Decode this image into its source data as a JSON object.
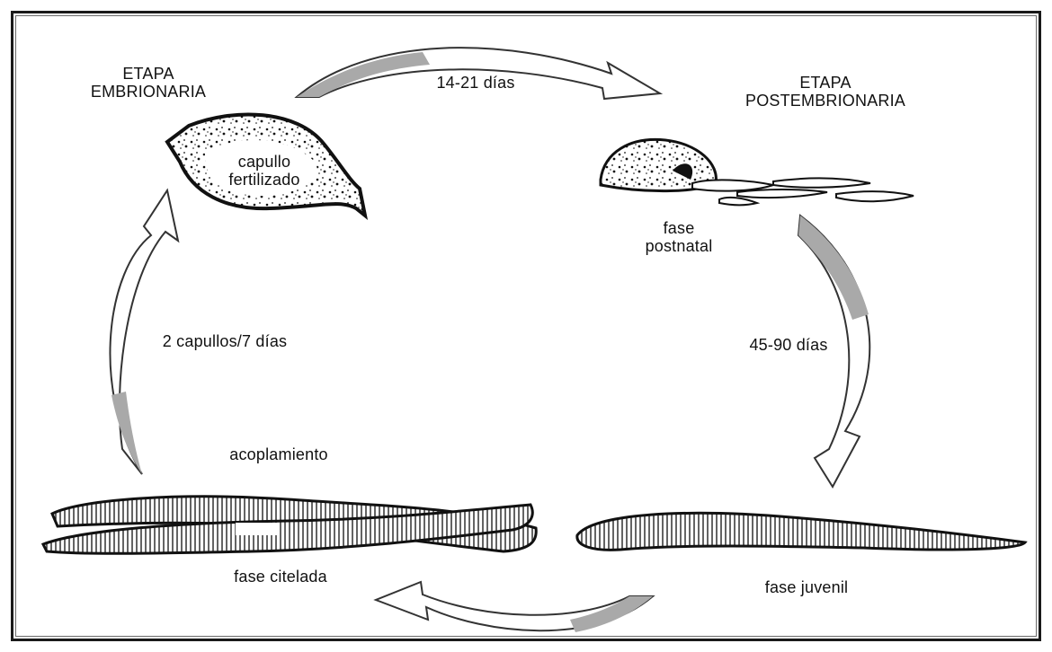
{
  "stages": {
    "embryonic": "ETAPA\nEMBRIONARIA",
    "postembryonic": "ETAPA\nPOSTEMBRIONARIA"
  },
  "nodes": {
    "cocoon": "capullo\nfertilizado",
    "postnatal": "fase\npostnatal",
    "juvenile": "fase juvenil",
    "clitellate": "fase citelada",
    "mating": "acoplamiento"
  },
  "durations": {
    "incubation": "14-21 días",
    "maturation": "45-90 días",
    "reproduction": "2 capullos/7 días"
  },
  "colors": {
    "arrow_fill": "#a9a9a9",
    "arrow_outline": "#333333",
    "frame": "#1a1a1a"
  }
}
